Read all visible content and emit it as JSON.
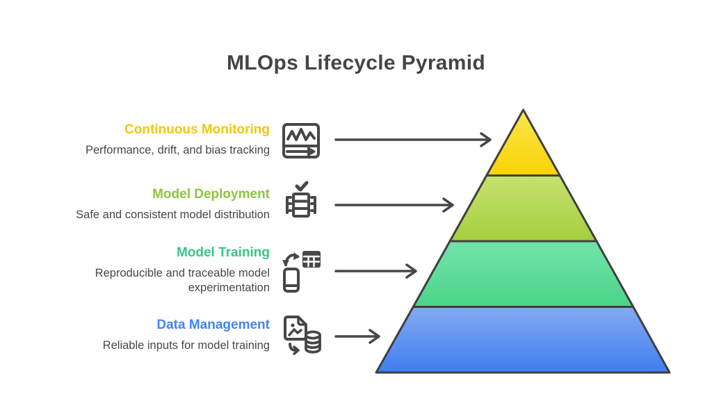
{
  "title": "MLOps Lifecycle Pyramid",
  "levels": [
    {
      "name": "Continuous Monitoring",
      "description": "Performance, drift, and bias tracking",
      "label_color": "#F0C80C",
      "gradient_top": "#F8E64D",
      "gradient_bottom": "#FCD305",
      "icon": "activity-monitor-icon"
    },
    {
      "name": "Model Deployment",
      "description": "Safe and consistent model distribution",
      "label_color": "#8CC63F",
      "gradient_top": "#C6E170",
      "gradient_bottom": "#A5CF3D",
      "icon": "deployment-stack-icon"
    },
    {
      "name": "Model Training",
      "description": "Reproducible and traceable model experimentation",
      "label_color": "#34C789",
      "gradient_top": "#73E3AA",
      "gradient_bottom": "#4BD489",
      "icon": "training-sync-icon"
    },
    {
      "name": "Data Management",
      "description": "Reliable inputs for model training",
      "label_color": "#4285F4",
      "gradient_top": "#84ABF1",
      "gradient_bottom": "#3F7DF0",
      "icon": "data-to-database-icon"
    }
  ],
  "diagram": {
    "title_color": "#454545",
    "description_color": "#474747",
    "outline_color": "#3F4040",
    "arrow_color": "#474747",
    "icon_color": "#474747"
  }
}
